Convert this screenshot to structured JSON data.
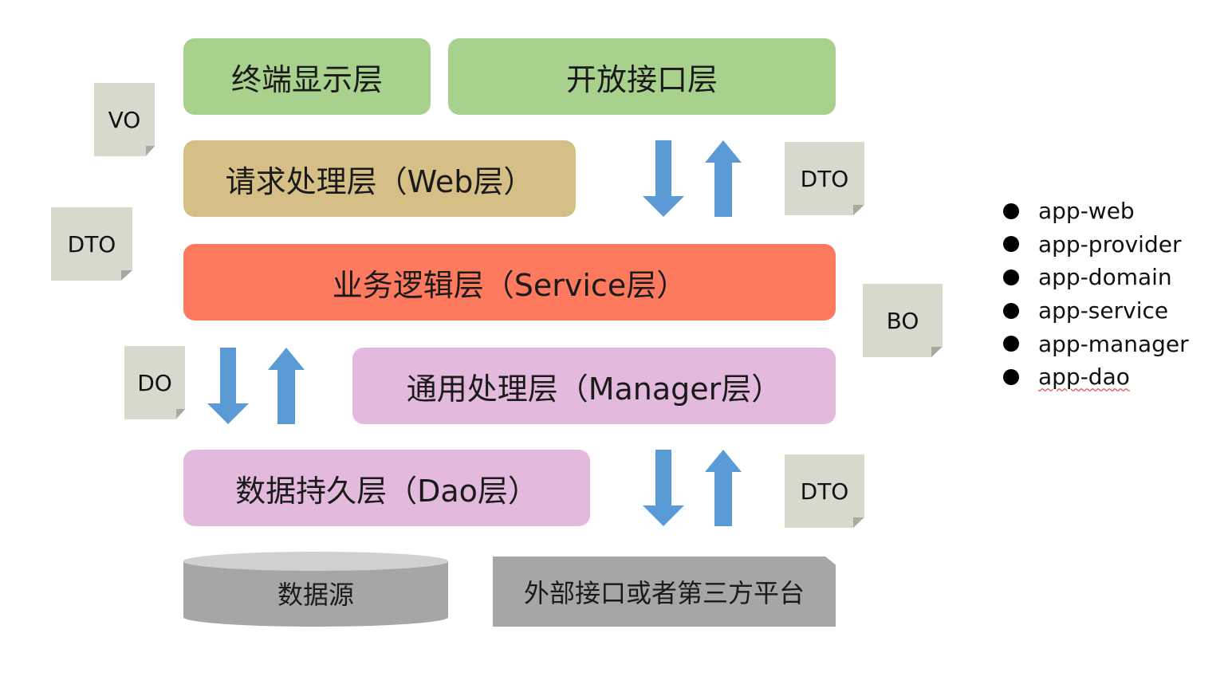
{
  "layers": {
    "terminal": "终端显示层",
    "open_api": "开放接口层",
    "web": "请求处理层（Web层）",
    "service": "业务逻辑层（Service层）",
    "manager": "通用处理层（Manager层）",
    "dao": "数据持久层（Dao层）"
  },
  "bottom": {
    "datasource": "数据源",
    "external": "外部接口或者第三方平台"
  },
  "notes": {
    "vo": "VO",
    "dto_left": "DTO",
    "dto_top_right": "DTO",
    "bo": "BO",
    "do": "DO",
    "dto_bottom_right": "DTO"
  },
  "modules": [
    "app-web",
    "app-provider",
    "app-domain",
    "app-service",
    "app-manager",
    "app-dao"
  ],
  "colors": {
    "green": "#a9d18e",
    "tan": "#d6bf86",
    "salmon": "#fd7a5e",
    "pink": "#e3bade",
    "gray": "#a6a6a6",
    "arrow": "#5b9bd5",
    "note": "#d8d8cd"
  }
}
